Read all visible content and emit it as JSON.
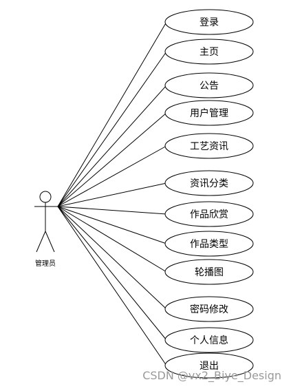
{
  "actor": {
    "label": "管理员"
  },
  "use_cases": [
    {
      "label": "登录"
    },
    {
      "label": "主页"
    },
    {
      "label": "公告"
    },
    {
      "label": "用户管理"
    },
    {
      "label": "工艺资讯"
    },
    {
      "label": "资讯分类"
    },
    {
      "label": "作品欣赏"
    },
    {
      "label": "作品类型"
    },
    {
      "label": "轮播图"
    },
    {
      "label": "密码修改"
    },
    {
      "label": "个人信息"
    },
    {
      "label": "退出"
    }
  ],
  "watermark": "CSDN @vx2_Biye_Design",
  "colors": {
    "stroke": "#000000",
    "background": "#ffffff",
    "watermark": "#9a9a9a"
  }
}
